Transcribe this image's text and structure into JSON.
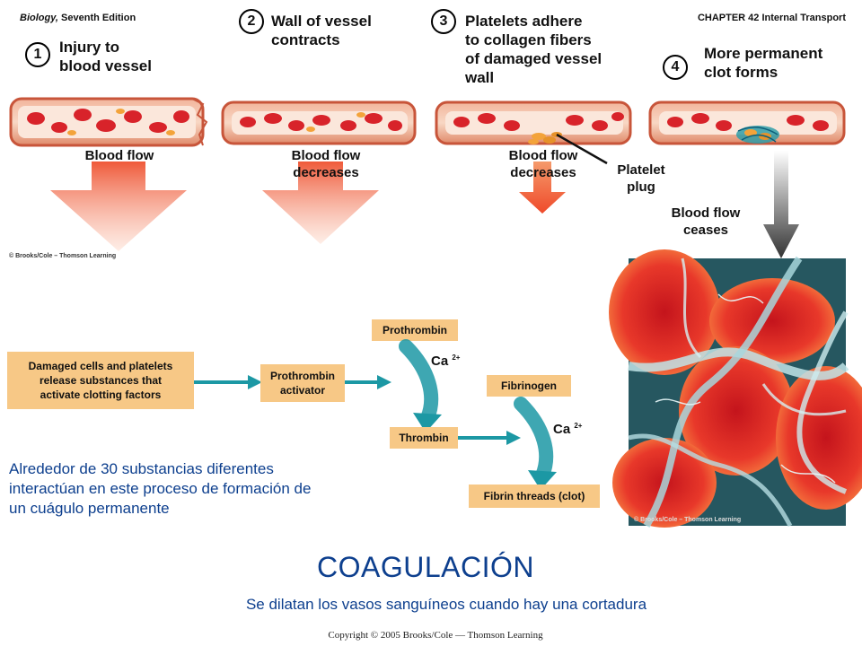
{
  "header": {
    "book_title": "Biology,",
    "book_edition": "Seventh Edition",
    "chapter": "CHAPTER 42 Internal Transport"
  },
  "steps": [
    {
      "number": "1",
      "title": "Injury to\nblood vessel",
      "flow_label": "Blood flow"
    },
    {
      "number": "2",
      "title": "Wall of vessel\ncontracts",
      "flow_label": "Blood flow\ndecreases"
    },
    {
      "number": "3",
      "title": "Platelets adhere\nto collagen fibers\nof damaged vessel\nwall",
      "flow_label": "Blood flow\ndecreases",
      "callout": "Platelet\nplug"
    },
    {
      "number": "4",
      "title": "More permanent\nclot forms",
      "flow_label": "Blood flow\nceases"
    }
  ],
  "credits": {
    "illustration": "© Brooks/Cole – Thomson Learning",
    "micrograph": "© Brooks/Cole – Thomson Learning"
  },
  "cascade": {
    "start_box": "Damaged cells and platelets\nrelease substances that\nactivate clotting factors",
    "activator_box": "Prothrombin\nactivator",
    "prothrombin": "Prothrombin",
    "thrombin": "Thrombin",
    "fibrinogen": "Fibrinogen",
    "fibrin": "Fibrin threads (clot)",
    "cofactor": "Ca",
    "cofactor_charge": "2+"
  },
  "note": "Alrededor de 30 substancias diferentes\ninteractúan en este proceso de formación de\nun cuágulo permanente",
  "title": "COAGULACIÓN",
  "subtitle": "Se dilatan los vasos sanguíneos cuando hay una cortadura",
  "copyright": "Copyright © 2005 Brooks/Cole — Thomson Learning",
  "colors": {
    "accent_blue": "#0d3f8e",
    "box_fill": "#f7c886",
    "arrow_teal": "#1c98a4",
    "vessel_wall": "#d96a4a",
    "blood_cell": "#d8232a"
  }
}
